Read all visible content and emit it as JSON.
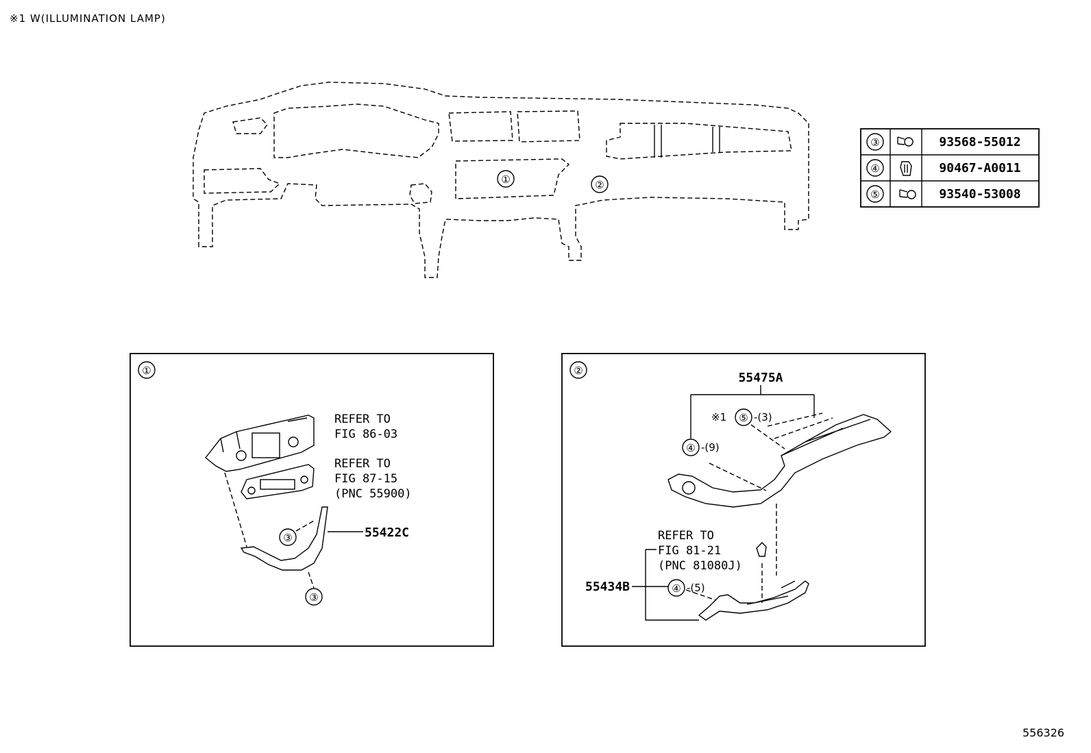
{
  "header_note": "※1  W(ILLUMINATION  LAMP)",
  "figure_number": "556326",
  "overview": {
    "callout_1": "①",
    "callout_2": "②"
  },
  "parts_table": [
    {
      "ref": "③",
      "icon": "screw-icon",
      "part_no": "93568-55012"
    },
    {
      "ref": "④",
      "icon": "clip-icon",
      "part_no": "90467-A0011"
    },
    {
      "ref": "⑤",
      "icon": "screw-icon",
      "part_no": "93540-53008"
    }
  ],
  "panel1": {
    "label": "①",
    "refer1": [
      "REFER TO",
      "FIG 86-03"
    ],
    "refer2": [
      "REFER TO",
      "FIG 87-15",
      "(PNC 55900)"
    ],
    "part": "55422C",
    "callout_a": "③",
    "callout_b": "③"
  },
  "panel2": {
    "label": "②",
    "top_part": "55475A",
    "note_mark": "※1",
    "callout_5": "⑤",
    "qty_5": "-(3)",
    "callout_4a": "④",
    "qty_4a": "-(9)",
    "refer": [
      "REFER TO",
      "FIG 81-21",
      "(PNC 81080J)"
    ],
    "bottom_part": "55434B",
    "callout_4b": "④",
    "qty_4b": "-(5)"
  }
}
